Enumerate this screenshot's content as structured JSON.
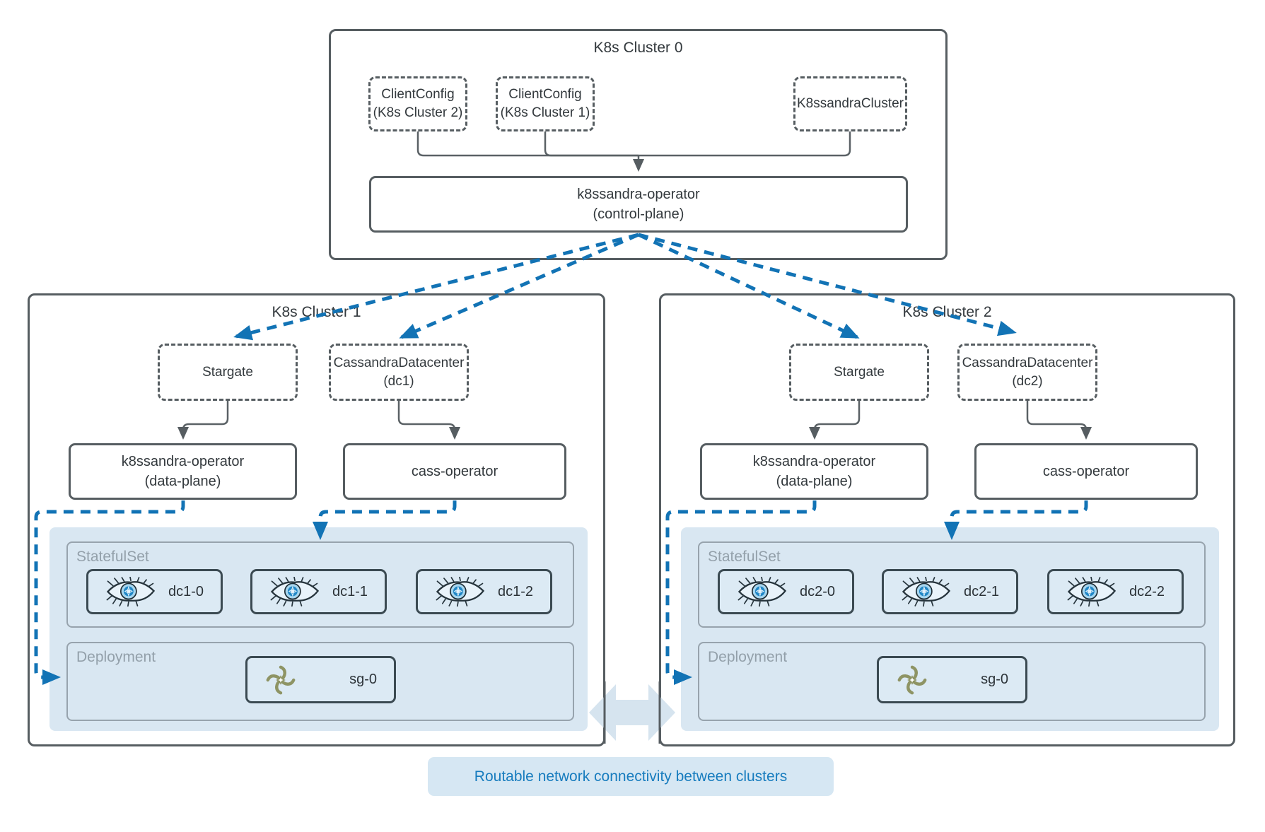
{
  "colors": {
    "accent_blue": "#1273b5",
    "light_blue_region": "#d9e7f2",
    "legend_blue_text": "#177cbe",
    "border_dark": "#565d61",
    "border_gray": "#97a3ad",
    "text_gray": "#93a0aa",
    "stargate_olive": "#8e9464",
    "cassandra_iris_blue": "#2187c6"
  },
  "icons": {
    "cassandra_pod": "cassandra-eye-icon",
    "stargate_pod": "stargate-swirl-icon"
  },
  "cluster0": {
    "title": "K8s Cluster 0",
    "client_config_2": {
      "line1": "ClientConfig",
      "line2": "(K8s Cluster 2)"
    },
    "client_config_1": {
      "line1": "ClientConfig",
      "line2": "(K8s Cluster 1)"
    },
    "k8ssandra_cluster": {
      "line1": "K8ssandraCluster"
    },
    "operator": {
      "line1": "k8ssandra-operator",
      "line2": "(control-plane)"
    }
  },
  "cluster1": {
    "title": "K8s Cluster 1",
    "stargate": "Stargate",
    "datacenter": {
      "line1": "CassandraDatacenter",
      "line2": "(dc1)"
    },
    "k8ssandra_operator": {
      "line1": "k8ssandra-operator",
      "line2": "(data-plane)"
    },
    "cass_operator": "cass-operator",
    "statefulset_label": "StatefulSet",
    "deployment_label": "Deployment",
    "pods": [
      "dc1-0",
      "dc1-1",
      "dc1-2"
    ],
    "stargate_pod": "sg-0"
  },
  "cluster2": {
    "title": "K8s Cluster 2",
    "stargate": "Stargate",
    "datacenter": {
      "line1": "CassandraDatacenter",
      "line2": "(dc2)"
    },
    "k8ssandra_operator": {
      "line1": "k8ssandra-operator",
      "line2": "(data-plane)"
    },
    "cass_operator": "cass-operator",
    "statefulset_label": "StatefulSet",
    "deployment_label": "Deployment",
    "pods": [
      "dc2-0",
      "dc2-1",
      "dc2-2"
    ],
    "stargate_pod": "sg-0"
  },
  "legend": {
    "text": "Routable network connectivity between clusters"
  }
}
